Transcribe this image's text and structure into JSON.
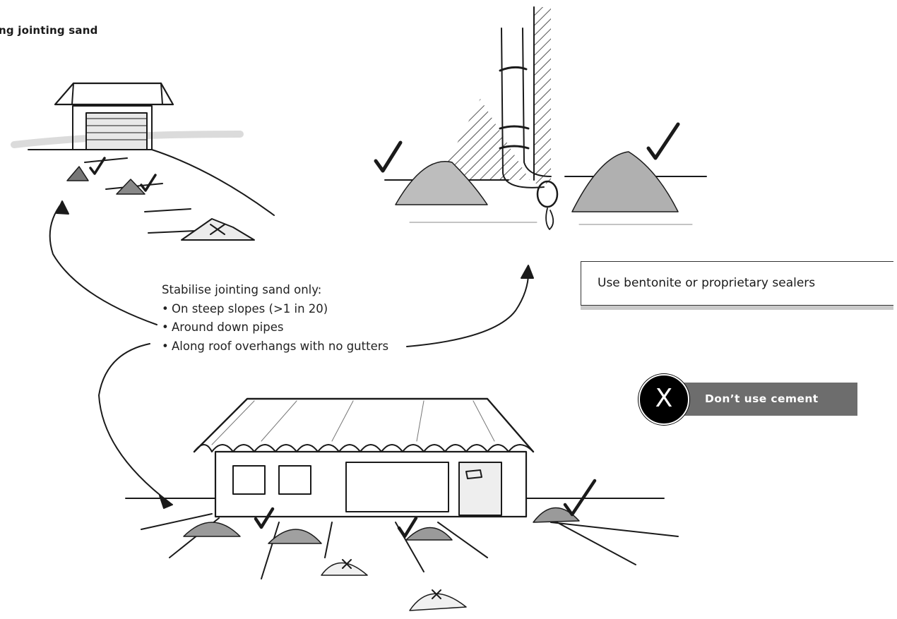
{
  "title": "ng jointing sand",
  "notes": {
    "heading": "Stabilise jointing sand only:",
    "bullet": "•",
    "items": [
      "On steep slopes (>1 in 20)",
      "Around down pipes",
      "Along roof overhangs with no gutters"
    ]
  },
  "callout": {
    "text": "Use bentonite or proprietary sealers"
  },
  "warning": {
    "symbol": "X",
    "text": "Don’t use cement"
  },
  "marks": {
    "good": "✓",
    "bad": "✗"
  },
  "colors": {
    "ink": "#1a1a1a",
    "warning_bar": "#6d6d6d",
    "shadow": "#c9c9c9"
  }
}
